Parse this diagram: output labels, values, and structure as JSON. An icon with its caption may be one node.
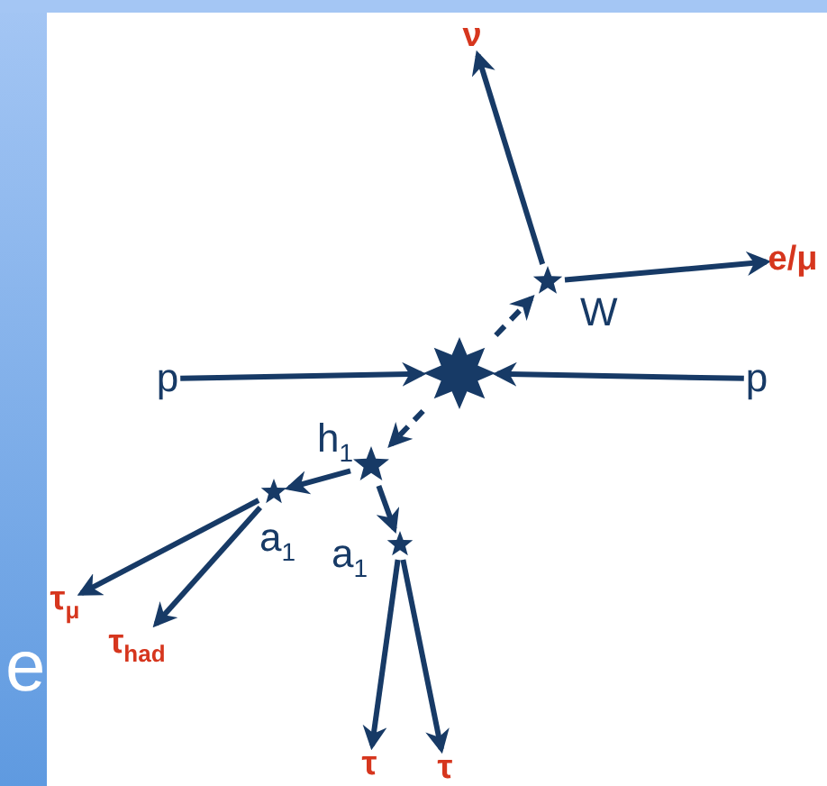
{
  "diagram": {
    "nodes": [
      {
        "text": [
          "ν"
        ]
      },
      {
        "text": [
          "e/μ"
        ]
      },
      {
        "text": [
          "W"
        ]
      },
      {
        "text": [
          "p"
        ]
      },
      {
        "text": [],
        "shape": "star"
      },
      {
        "text": [
          "p"
        ]
      },
      {
        "text": [
          "h$_{1}$"
        ]
      },
      {
        "text": [
          "a$_{1}$"
        ]
      },
      {
        "text": [
          "a$_{1}$"
        ]
      },
      {
        "text": [
          "τ$_{μ}$"
        ]
      },
      {
        "text": [
          "τ$_{had}$"
        ]
      },
      {
        "text": [
          "τ"
        ]
      },
      {
        "text": [
          "τ"
        ]
      }
    ],
    "edges": [
      {
        "from": 3,
        "to": 4,
        "arrow": "to"
      },
      {
        "from": 5,
        "to": 4,
        "arrow": "to"
      },
      {
        "from": 4,
        "to": 2,
        "arrow": "to",
        "style": "dashed"
      },
      {
        "from": 4,
        "to": 6,
        "arrow": "to",
        "style": "dashed"
      },
      {
        "from": 2,
        "to": 0,
        "arrow": "to"
      },
      {
        "from": 2,
        "to": 1,
        "arrow": "to"
      },
      {
        "from": 6,
        "to": 7,
        "arrow": "to"
      },
      {
        "from": 6,
        "to": 8,
        "arrow": "to"
      },
      {
        "from": 7,
        "to": 9,
        "arrow": "to"
      },
      {
        "from": 7,
        "to": 10,
        "arrow": "to"
      },
      {
        "from": 8,
        "to": 11,
        "arrow": "to"
      },
      {
        "from": 8,
        "to": 12,
        "arrow": "to"
      }
    ],
    "labels": [
      "e"
    ]
  }
}
